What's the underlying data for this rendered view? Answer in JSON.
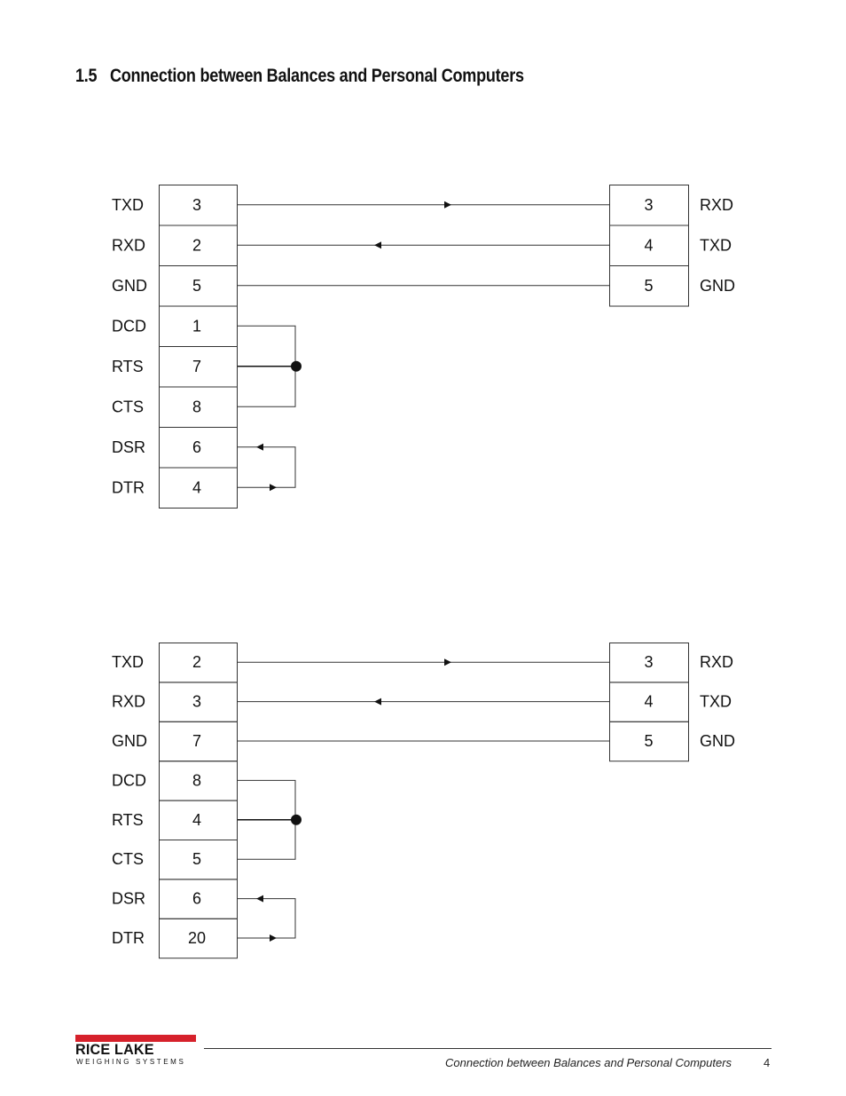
{
  "heading": {
    "number": "1.5",
    "title": "Connection between Balances and Personal Computers"
  },
  "diagrams": [
    {
      "left_pins": [
        {
          "signal": "TXD",
          "pin": "3"
        },
        {
          "signal": "RXD",
          "pin": "2"
        },
        {
          "signal": "GND",
          "pin": "5"
        },
        {
          "signal": "DCD",
          "pin": "1"
        },
        {
          "signal": "RTS",
          "pin": "7"
        },
        {
          "signal": "CTS",
          "pin": "8"
        },
        {
          "signal": "DSR",
          "pin": "6"
        },
        {
          "signal": "DTR",
          "pin": "4"
        }
      ],
      "right_pins": [
        {
          "signal": "RXD",
          "pin": "3"
        },
        {
          "signal": "TXD",
          "pin": "4"
        },
        {
          "signal": "GND",
          "pin": "5"
        }
      ]
    },
    {
      "left_pins": [
        {
          "signal": "TXD",
          "pin": "2"
        },
        {
          "signal": "RXD",
          "pin": "3"
        },
        {
          "signal": "GND",
          "pin": "7"
        },
        {
          "signal": "DCD",
          "pin": "8"
        },
        {
          "signal": "RTS",
          "pin": "4"
        },
        {
          "signal": "CTS",
          "pin": "5"
        },
        {
          "signal": "DSR",
          "pin": "6"
        },
        {
          "signal": "DTR",
          "pin": "20"
        }
      ],
      "right_pins": [
        {
          "signal": "RXD",
          "pin": "3"
        },
        {
          "signal": "TXD",
          "pin": "4"
        },
        {
          "signal": "GND",
          "pin": "5"
        }
      ]
    }
  ],
  "logo": {
    "name": "RICE LAKE",
    "tagline": "WEIGHING SYSTEMS",
    "icon": "rice-lake-logo-icon"
  },
  "footer": {
    "section_title": "Connection between Balances and Personal Computers",
    "page_number": "4"
  },
  "colors": {
    "logo_red": "#d6212b",
    "line": "#333333"
  }
}
